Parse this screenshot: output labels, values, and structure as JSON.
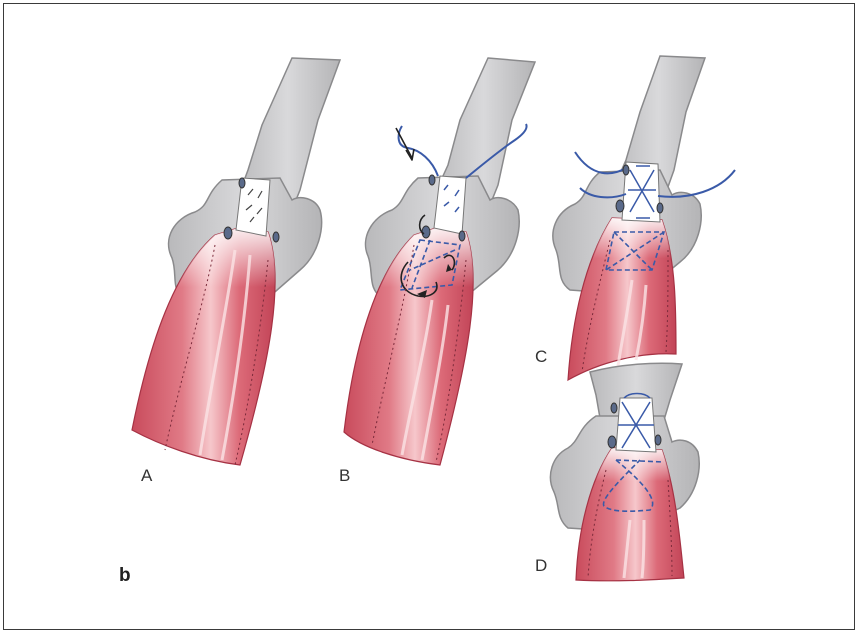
{
  "figure_label": "b",
  "panels": [
    {
      "id": "A",
      "label": "A"
    },
    {
      "id": "B",
      "label": "B"
    },
    {
      "id": "C",
      "label": "C"
    },
    {
      "id": "D",
      "label": "D"
    }
  ],
  "colors": {
    "bone": "#c9c9cb",
    "bone_edge": "#8a8a8c",
    "muscle": "#d8606e",
    "muscle_light": "#f2b7bd",
    "tendon": "#ffffff",
    "suture": "#3a5aa8",
    "arrow": "#222222"
  }
}
